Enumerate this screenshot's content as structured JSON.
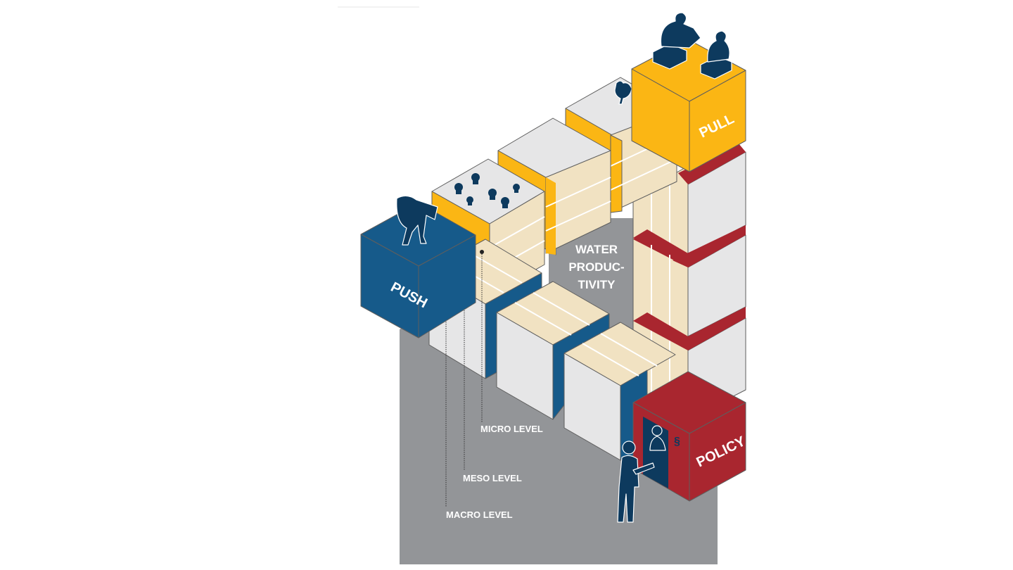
{
  "figure": {
    "title": "Water productivity push-pull-policy diagram",
    "center_label": [
      "WATER",
      "PRODUC-",
      "TIVITY"
    ],
    "blocks": {
      "push": {
        "label": "PUSH",
        "color": "#165a8a"
      },
      "pull": {
        "label": "PULL",
        "color": "#fbb614"
      },
      "policy": {
        "label": "POLICY",
        "color": "#a9262f"
      }
    },
    "levels": [
      {
        "label": "MICRO LEVEL"
      },
      {
        "label": "MESO LEVEL"
      },
      {
        "label": "MACRO LEVEL"
      }
    ],
    "icons": {
      "push_top": "farmer-bending-icon",
      "palms": "palm-trees-icon",
      "chickens": "chickens-icon",
      "pull_top": "seated-people-icon",
      "policy_door": "official-at-counter-icon",
      "policy_symbol": "§",
      "visitor": "standing-person-icon"
    },
    "colors": {
      "background_floor": "#939598",
      "cream": "#f1e2c2",
      "light_gray": "#e6e6e7",
      "blue": "#165a8a",
      "yellow": "#fbb614",
      "red": "#a9262f",
      "navy": "#0d3a5e"
    }
  }
}
